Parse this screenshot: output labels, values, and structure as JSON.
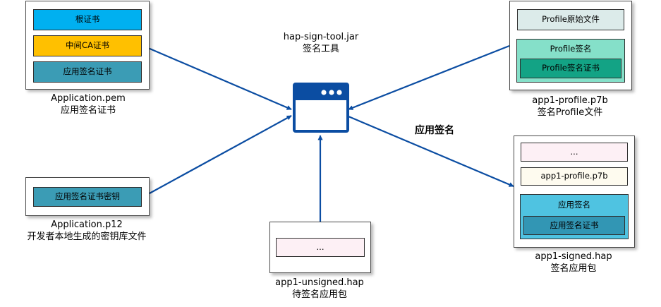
{
  "colors": {
    "arrow": "#0b4da2",
    "root_cert": "#00b0f0",
    "intermediate_cert": "#ffc000",
    "app_sign_cert": "#3b9cb5",
    "profile_raw": "#dcebea",
    "profile_sign_outer": "#85e0c9",
    "profile_sign_inner": "#13a385",
    "ellipsis_fill": "#fdf0f5",
    "p7b_fill": "#fefbef",
    "app_signature_outer": "#4fc3e1",
    "app_signature_inner": "#3296b4"
  },
  "tool": {
    "icon": "browser-window-icon",
    "name": "hap-sign-tool.jar",
    "label": "签名工具"
  },
  "pem": {
    "items": [
      "根证书",
      "中间CA证书",
      "应用签名证书"
    ],
    "filename": "Application.pem",
    "desc": "应用签名证书"
  },
  "p12": {
    "item": "应用签名证书密钥",
    "filename": "Application.p12",
    "desc": "开发者本地生成的密钥库文件"
  },
  "unsigned": {
    "item": "...",
    "filename": "app1-unsigned.hap",
    "desc": "待签名应用包"
  },
  "profile": {
    "raw": "Profile原始文件",
    "sign_group": "Profile签名",
    "sign_cert": "Profile签名证书",
    "filename": "app1-profile.p7b",
    "desc": "签名Profile文件"
  },
  "signed": {
    "ellipsis": "...",
    "p7b": "app1-profile.p7b",
    "signature_group": "应用签名",
    "signature_cert": "应用签名证书",
    "filename": "app1-signed.hap",
    "desc": "签名应用包"
  },
  "action_label": "应用签名"
}
